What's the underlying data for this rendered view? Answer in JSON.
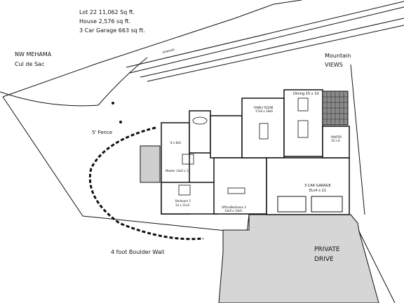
{
  "notes": {
    "lot": "Lot 22 11,062 Sq ft.",
    "house": "House 2,576 sq ft.",
    "garage_total": "3 Car Garage 663 sq ft."
  },
  "street": {
    "name": "NW MEHAMA",
    "type": "Cul de Sac",
    "sidewalk": "Sidewalk"
  },
  "view": {
    "line1": "Mountain",
    "line2": "VIEWS"
  },
  "site": {
    "fence": "5' Fence",
    "wall": "4 foot Boulder Wall",
    "drive_line1": "PRIVATE",
    "drive_line2": "DRIVE"
  },
  "rooms": {
    "dining": "Dining 15 x 10",
    "family_name": "FAMILY ROOM",
    "family_size": "17x6 x 18x6",
    "pantry_name": "PANTRY",
    "pantry_size": "10 x 6",
    "garage_name": "3 CAR GARAGE",
    "garage_size": "31x4 x 21",
    "closet": "8 x 8x6",
    "master": "Master 14x0 x 13",
    "bedroom2_name": "Bedroom 2",
    "bedroom2_size": "14 x 11x4",
    "office": "Office/Bedroom 3",
    "office_size": "14x0 x 10x6"
  }
}
